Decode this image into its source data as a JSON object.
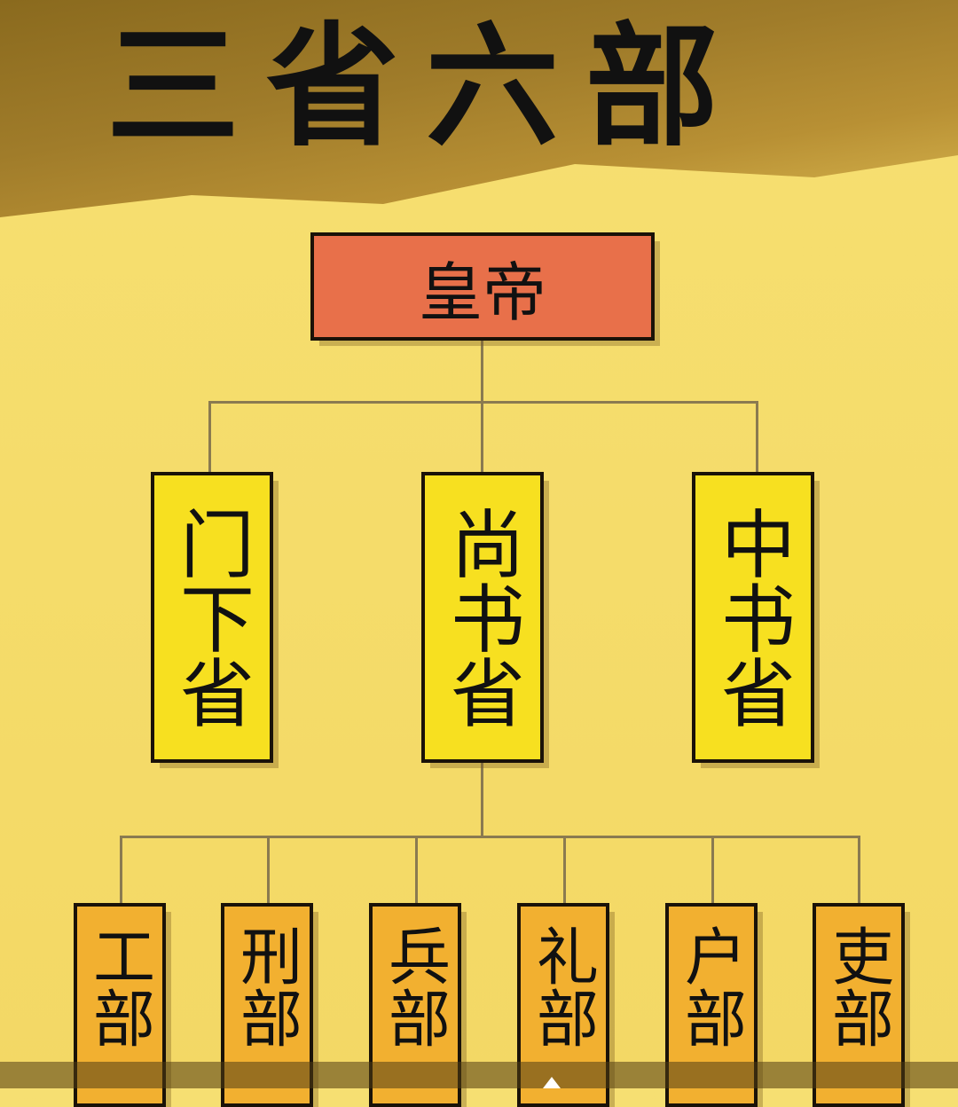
{
  "title": "三省六部",
  "emperor": "皇帝",
  "provinces": [
    "门下省",
    "尚书省",
    "中书省"
  ],
  "ministries": [
    "工部",
    "刑部",
    "兵部",
    "礼部",
    "户部",
    "吏部"
  ],
  "colors": {
    "emperor": "#e8704a",
    "province": "#f7e020",
    "ministry": "#f2b030",
    "background": "#f5dc6a"
  }
}
